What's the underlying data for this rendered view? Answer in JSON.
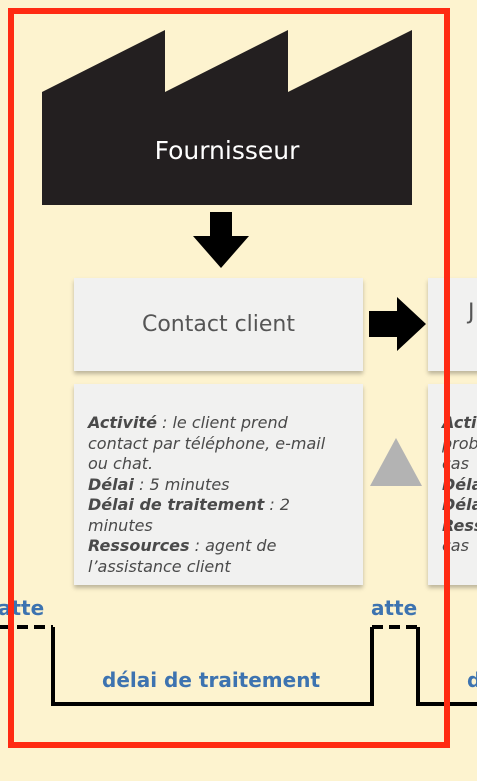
{
  "supplier": {
    "label": "Fournisseur"
  },
  "process": {
    "contact": {
      "title": "Contact client",
      "activity_label": "Activité",
      "activity_text": " : le client prend contact par téléphone, e-mail ou chat.",
      "delay_label": "Délai",
      "delay_text": " : 5 minutes",
      "processing_label": "Délai de traitement",
      "processing_text": " : 2 minutes",
      "resources_label": "Ressources",
      "resources_text": " : agent de l’assistance client"
    },
    "next": {
      "title_partial": "J",
      "lines": [
        "Activ",
        "prob",
        "cas",
        "Déla",
        "Déla",
        "Ress",
        "cas"
      ]
    }
  },
  "timeline": {
    "wait_left": "atte",
    "wait_right": "atte",
    "processing": "délai de traitement",
    "right_partial": "d"
  },
  "colors": {
    "background": "#fdf3cf",
    "frame": "#ff2a12",
    "factory": "#231f20",
    "box": "#f1f1f0",
    "label_blue": "#3d73b0"
  }
}
